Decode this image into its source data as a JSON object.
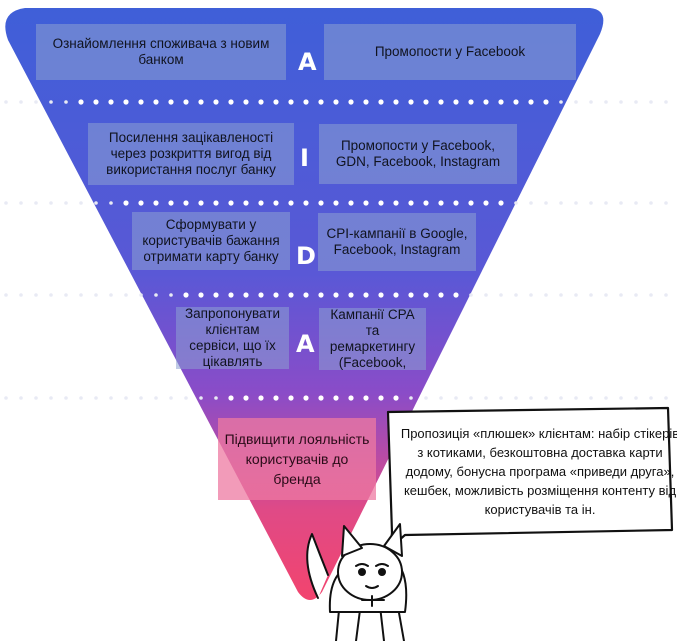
{
  "colors": {
    "funnel_top": "#3f5fd8",
    "funnel_mid": "#6a4fd0",
    "funnel_bottom": "#f2446e",
    "dots": "#ffffff",
    "box": "#8aa0d2",
    "highlight_box": "#ee7aa2"
  },
  "rows": [
    {
      "letter": "A",
      "left_label": "Ознайомлення споживача з новим банком",
      "right_label": "Промопости у Facebook"
    },
    {
      "letter": "I",
      "left_label": "Посилення зацікавленості через розкриття вигод від використання послуг банку",
      "right_label": "Промопости у  Facebook, GDN, Facebook, Instagram"
    },
    {
      "letter": "D",
      "left_label": "Сформувати у користувачів бажання отримати карту банку",
      "right_label": "CPI-кампанії в Google, Facebook, Instagram"
    },
    {
      "letter": "A",
      "left_label": "Запропонувати клієнтам сервіси, що їх цікавлять",
      "right_label": "Кампанії CPA та ремаркетингу (Facebook,"
    }
  ],
  "bottom": {
    "label": "Підвищити лояльність користувачів до бренда"
  },
  "speech_bubble": {
    "text": "Пропозиція «плюшек» клієнтам: набір стікерів з котиками, безкоштовна доставка карти додому, бонусна програма «приведи друга», кешбек, можливість розміщення контенту від користувачів та ін."
  },
  "mascot": {
    "icon": "cat-mascot-icon"
  }
}
